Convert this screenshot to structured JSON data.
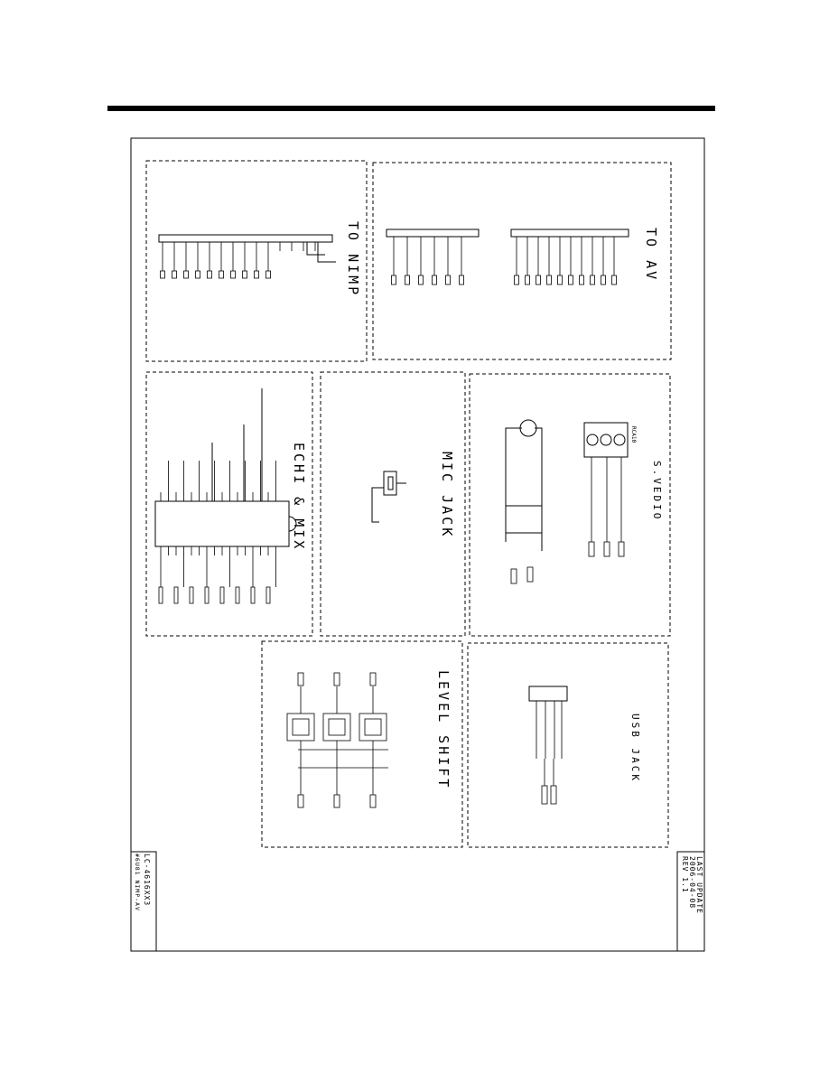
{
  "blocks": {
    "to_nimp": "TO NIMP",
    "to_av": "TO AV",
    "echo_mix": "ECHI & MIX",
    "mic_jack": "MIC JACK",
    "s_video": "S.VEDIO",
    "level_shift": "LEVEL SHIFT",
    "usb_jack": "USB JACK"
  },
  "title_block": {
    "model": "LC-4616XX3",
    "sheet": "#6U81 NIMP-AV"
  },
  "revision_block": {
    "last_update_label": "LAST UPDATE",
    "date": "2006-04-08",
    "rev": "REV 1.1"
  },
  "parts": {
    "rca_label": "RCA10",
    "av_label": "AV"
  },
  "colors": {
    "ink": "#000000",
    "paper": "#ffffff"
  }
}
